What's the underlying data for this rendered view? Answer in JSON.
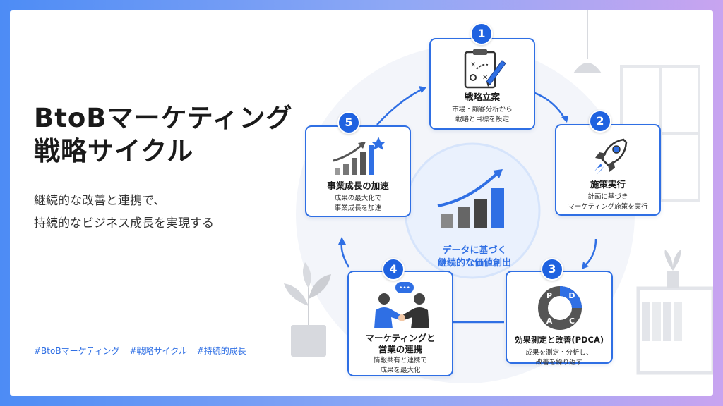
{
  "title": {
    "line1": "BtoBマーケティング",
    "line2": "戦略サイクル"
  },
  "subtitle": {
    "line1": "継続的な改善と連携で、",
    "line2": "持続的なビジネス成長を実現する"
  },
  "tags": [
    "#BtoBマーケティング",
    "#戦略サイクル",
    "#持続的成長"
  ],
  "center": {
    "line1": "データに基づく",
    "line2": "継続的な価値創出"
  },
  "steps": [
    {
      "num": "1",
      "title": "戦略立案",
      "desc1": "市場・顧客分析から",
      "desc2": "戦略と目標を設定",
      "icon": "clipboard-strategy-icon"
    },
    {
      "num": "2",
      "title": "施策実行",
      "desc1": "計画に基づき",
      "desc2": "マーケティング施策を実行",
      "icon": "rocket-icon"
    },
    {
      "num": "3",
      "title": "効果測定と改善(PDCA)",
      "desc1": "成果を測定・分析し、",
      "desc2": "改善を繰り返す",
      "icon": "pdca-cycle-icon",
      "pdca": [
        "P",
        "D",
        "C",
        "A"
      ]
    },
    {
      "num": "4",
      "title1": "マーケティングと",
      "title2": "営業の連携",
      "desc1": "情報共有と連携で",
      "desc2": "成果を最大化",
      "icon": "handshake-icon"
    },
    {
      "num": "5",
      "title": "事業成長の加速",
      "desc1": "成果の最大化で",
      "desc2": "事業成長を加速",
      "icon": "growth-chart-icon"
    }
  ],
  "colors": {
    "accent": "#1f62e0",
    "card_border": "#2f6fe4",
    "text": "#1a1a1a"
  }
}
